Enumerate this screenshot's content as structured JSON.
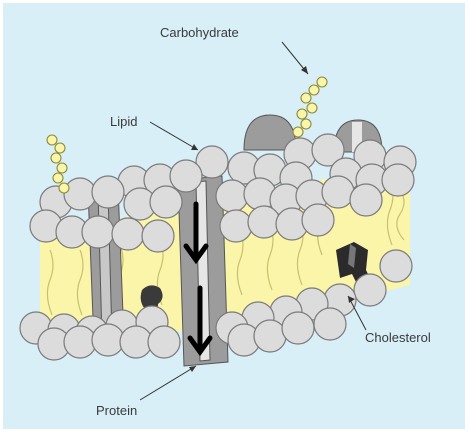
{
  "labels": {
    "carbohydrate": "Carbohydrate",
    "lipid": "Lipid",
    "cholesterol": "Cholesterol",
    "protein": "Protein"
  },
  "colors": {
    "background_panel": "#d8eff8",
    "head_fill": "#dcdcdc",
    "head_stroke": "#7a7a7a",
    "tail_fill": "#faf5a8",
    "protein_fill": "#9c9c9c",
    "cholesterol_fill": "#2b2b2b",
    "arrow": "#000000",
    "label_text": "#3a3a3a"
  }
}
